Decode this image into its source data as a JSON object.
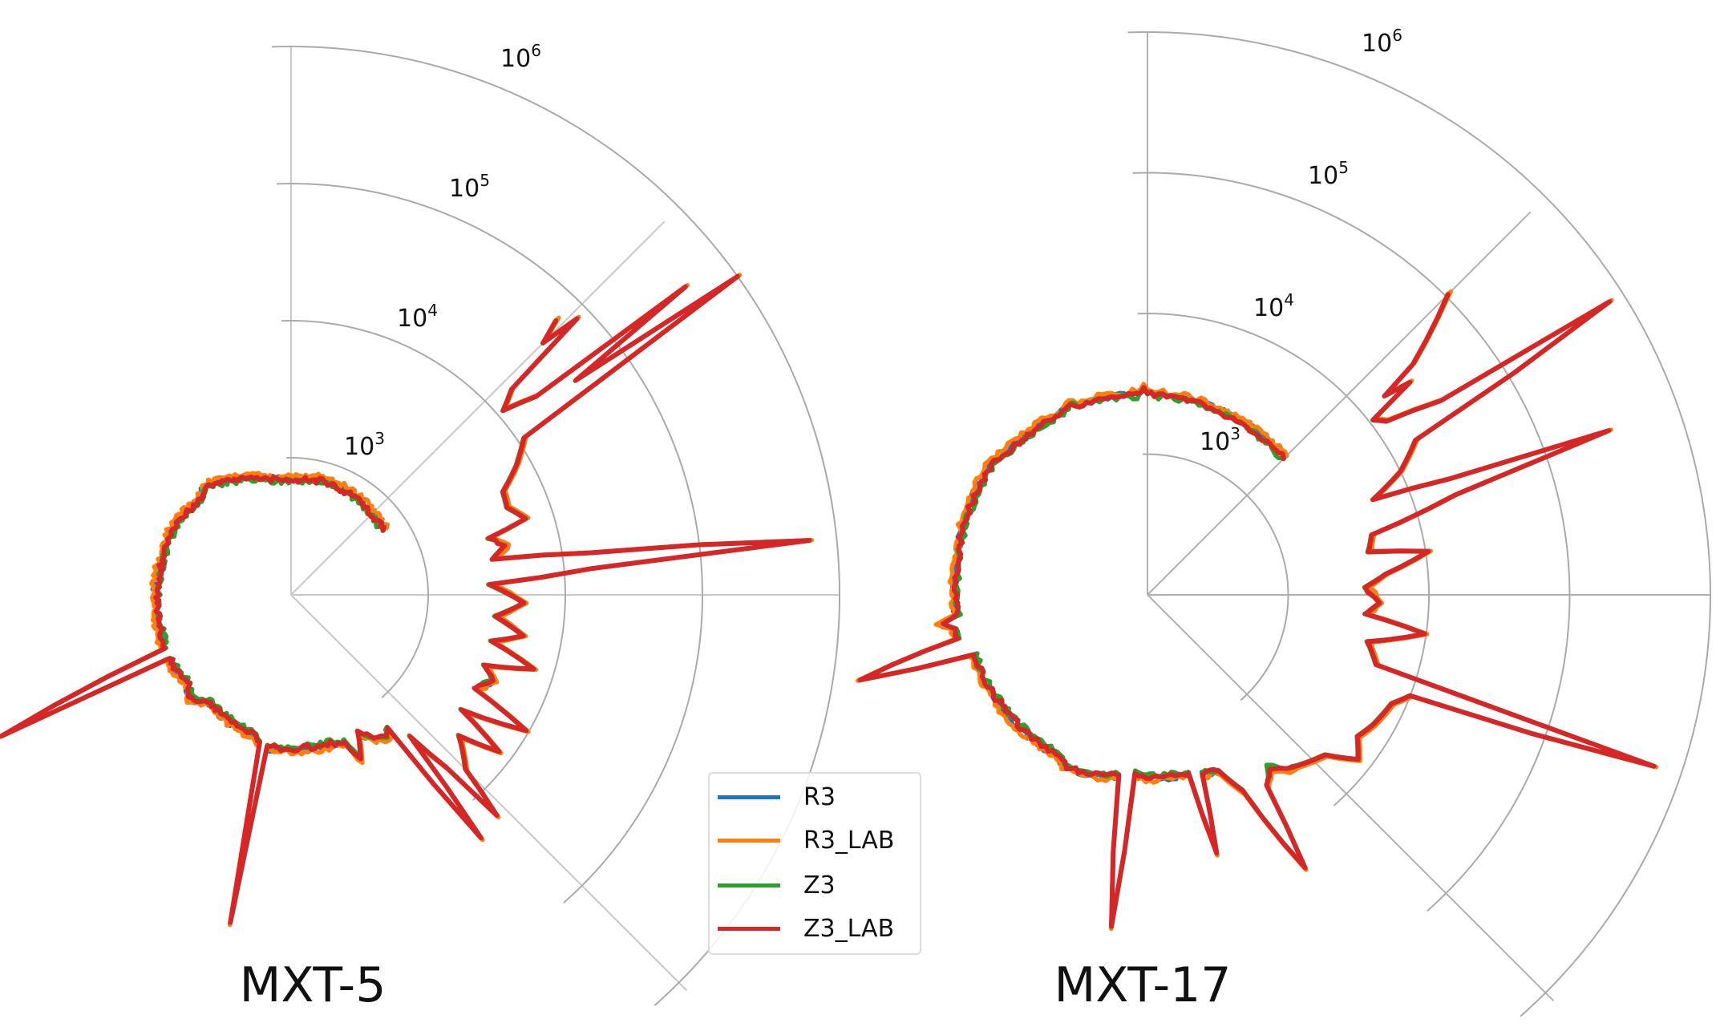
{
  "chart_data": [
    {
      "type": "polar-line",
      "title": "MXT-5",
      "rscale": "log",
      "rticks": [
        "10^3",
        "10^4",
        "10^5",
        "10^6"
      ],
      "rtick_values": [
        1000,
        10000,
        100000,
        1000000
      ],
      "theta_grid_deg": [
        90,
        45,
        0,
        -45
      ],
      "theta_range_deg": [
        -48.5,
        92
      ],
      "grid": true,
      "profile_log10": [
        [
          35,
          2.82
        ],
        [
          50,
          2.84
        ],
        [
          60,
          2.85
        ],
        [
          75,
          2.86
        ],
        [
          90,
          2.83
        ],
        [
          100,
          2.85
        ],
        [
          110,
          2.9
        ],
        [
          120,
          2.95
        ],
        [
          128,
          3.0
        ],
        [
          135,
          2.95
        ],
        [
          150,
          2.98
        ],
        [
          165,
          2.97
        ],
        [
          180,
          2.98
        ],
        [
          195,
          2.98
        ],
        [
          203,
          3.0
        ],
        [
          206,
          4.35
        ],
        [
          207.5,
          3.0
        ],
        [
          212,
          3.0
        ],
        [
          220,
          2.98
        ],
        [
          226,
          3.05
        ],
        [
          232,
          2.98
        ],
        [
          245,
          3.02
        ],
        [
          255,
          3.05
        ],
        [
          258,
          3.1
        ],
        [
          259.5,
          4.43
        ],
        [
          261,
          3.12
        ],
        [
          265,
          3.12
        ],
        [
          275,
          3.12
        ],
        [
          285,
          3.12
        ],
        [
          290,
          3.15
        ],
        [
          293,
          3.3
        ],
        [
          296,
          3.12
        ],
        [
          300,
          3.2
        ],
        [
          304,
          3.25
        ],
        [
          306,
          3.2
        ],
        [
          308,
          4.25
        ],
        [
          310,
          3.35
        ],
        [
          312,
          3.7
        ],
        [
          313,
          4.2
        ],
        [
          315,
          3.8
        ],
        [
          320,
          3.6
        ],
        [
          323,
          3.9
        ],
        [
          326,
          3.5
        ],
        [
          330,
          3.98
        ],
        [
          333,
          3.5
        ],
        [
          337,
          3.6
        ],
        [
          340,
          3.5
        ],
        [
          343,
          3.85
        ],
        [
          347,
          3.5
        ],
        [
          350,
          3.72
        ],
        [
          354,
          3.5
        ],
        [
          358,
          3.7
        ],
        [
          363,
          3.45
        ],
        [
          365,
          4.2
        ],
        [
          366,
          5.8
        ],
        [
          368,
          4.2
        ],
        [
          370,
          3.5
        ],
        [
          373,
          3.6
        ],
        [
          376,
          3.5
        ],
        [
          378,
          3.8
        ],
        [
          382,
          3.7
        ],
        [
          386,
          3.72
        ],
        [
          390,
          3.9
        ],
        [
          394,
          4.05
        ],
        [
          395.5,
          6.0
        ],
        [
          397,
          4.6
        ],
        [
          398,
          5.65
        ],
        [
          399,
          4.3
        ],
        [
          401,
          4.05
        ],
        [
          403,
          4.2
        ],
        [
          404,
          4.9
        ],
        [
          405,
          4.6
        ],
        [
          406,
          4.78
        ]
      ],
      "series": [
        {
          "name": "R3",
          "color": "#1f77b4",
          "offset_log10": 0.015
        },
        {
          "name": "R3_LAB",
          "color": "#ff7f0e",
          "offset_log10": 0.03
        },
        {
          "name": "Z3",
          "color": "#2ca02c",
          "offset_log10": -0.01
        },
        {
          "name": "Z3_LAB",
          "color": "#d62728",
          "offset_log10": 0.0
        }
      ]
    },
    {
      "type": "polar-line",
      "title": "MXT-17",
      "rscale": "log",
      "rticks": [
        "10^3",
        "10^4",
        "10^5",
        "10^6"
      ],
      "rtick_values": [
        1000,
        10000,
        100000,
        1000000
      ],
      "theta_grid_deg": [
        90,
        45,
        0,
        -45
      ],
      "theta_range_deg": [
        -48.5,
        92
      ],
      "grid": true,
      "profile_log10": [
        [
          45,
          3.37
        ],
        [
          70,
          3.4
        ],
        [
          88,
          3.42
        ],
        [
          91,
          3.46
        ],
        [
          93,
          3.42
        ],
        [
          110,
          3.43
        ],
        [
          112,
          3.48
        ],
        [
          115,
          3.42
        ],
        [
          135,
          3.42
        ],
        [
          140,
          3.44
        ],
        [
          155,
          3.4
        ],
        [
          170,
          3.37
        ],
        [
          180,
          3.36
        ],
        [
          186,
          3.36
        ],
        [
          188,
          3.48
        ],
        [
          190,
          3.4
        ],
        [
          193,
          3.38
        ],
        [
          196.5,
          4.13
        ],
        [
          199,
          3.3
        ],
        [
          210,
          3.3
        ],
        [
          230,
          3.3
        ],
        [
          240,
          3.3
        ],
        [
          245,
          3.35
        ],
        [
          255,
          3.32
        ],
        [
          261,
          3.3
        ],
        [
          263.8,
          4.37
        ],
        [
          266,
          3.28
        ],
        [
          280,
          3.3
        ],
        [
          283,
          3.3
        ],
        [
          285,
          3.9
        ],
        [
          287,
          3.32
        ],
        [
          292,
          3.35
        ],
        [
          296,
          3.55
        ],
        [
          300,
          4.24
        ],
        [
          302,
          3.6
        ],
        [
          305,
          3.5
        ],
        [
          310,
          3.6
        ],
        [
          318,
          3.7
        ],
        [
          322,
          3.9
        ],
        [
          326,
          3.8
        ],
        [
          330,
          3.85
        ],
        [
          336,
          3.9
        ],
        [
          339,
          4.0
        ],
        [
          341.3,
          5.8
        ],
        [
          343,
          3.7
        ],
        [
          348,
          3.6
        ],
        [
          352,
          3.99
        ],
        [
          355,
          3.55
        ],
        [
          358,
          3.65
        ],
        [
          362,
          3.55
        ],
        [
          365,
          3.7
        ],
        [
          368.8,
          4.02
        ],
        [
          371,
          3.6
        ],
        [
          375,
          3.65
        ],
        [
          378,
          4.3
        ],
        [
          379.6,
          5.48
        ],
        [
          381,
          4.3
        ],
        [
          382.9,
          3.74
        ],
        [
          386,
          4.0
        ],
        [
          390,
          4.2
        ],
        [
          392.4,
          5.89
        ],
        [
          393.5,
          4.5
        ],
        [
          396,
          4.1
        ],
        [
          397.8,
          4.03
        ],
        [
          399,
          4.4
        ],
        [
          400,
          4.2
        ],
        [
          401,
          4.5
        ],
        [
          405,
          5.02
        ]
      ],
      "series": [
        {
          "name": "R3",
          "color": "#1f77b4",
          "offset_log10": 0.012
        },
        {
          "name": "R3_LAB",
          "color": "#ff7f0e",
          "offset_log10": 0.028
        },
        {
          "name": "Z3",
          "color": "#2ca02c",
          "offset_log10": -0.008
        },
        {
          "name": "Z3_LAB",
          "color": "#d62728",
          "offset_log10": 0.0
        }
      ]
    }
  ],
  "panels": [
    {
      "title": "MXT-5",
      "labels": {
        "r3": "10",
        "r3_exp": "3",
        "r4": "10",
        "r4_exp": "4",
        "r5": "10",
        "r5_exp": "5",
        "r6": "10",
        "r6_exp": "6"
      }
    },
    {
      "title": "MXT-17",
      "labels": {
        "r3": "10",
        "r3_exp": "3",
        "r4": "10",
        "r4_exp": "4",
        "r5": "10",
        "r5_exp": "5",
        "r6": "10",
        "r6_exp": "6"
      }
    }
  ],
  "legend": {
    "items": [
      {
        "label": "R3",
        "color": "#1f77b4"
      },
      {
        "label": "R3_LAB",
        "color": "#ff7f0e"
      },
      {
        "label": "Z3",
        "color": "#2ca02c"
      },
      {
        "label": "Z3_LAB",
        "color": "#d62728"
      }
    ]
  }
}
